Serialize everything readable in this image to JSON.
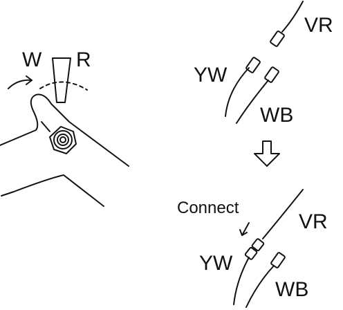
{
  "lever": {
    "label_left": "W",
    "label_right": "R"
  },
  "before": {
    "wire_top": "VR",
    "wire_left": "YW",
    "wire_right": "WB"
  },
  "arrow": {
    "icon": "down-arrow-icon"
  },
  "after": {
    "note": "Connect",
    "wire_top": "VR",
    "wire_left": "YW",
    "wire_right": "WB"
  },
  "colors": {
    "ink": "#111111",
    "paper": "#ffffff"
  }
}
